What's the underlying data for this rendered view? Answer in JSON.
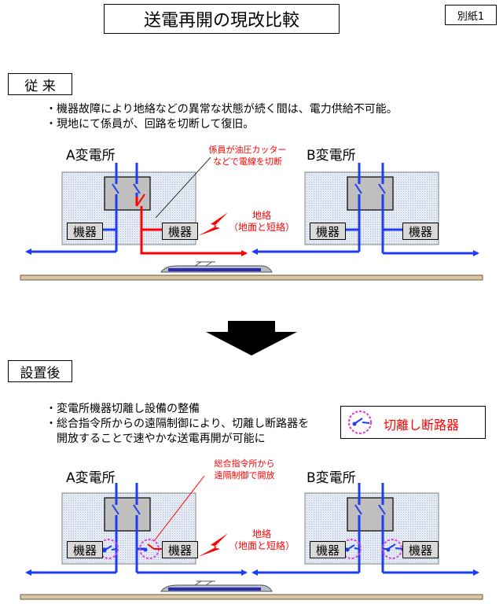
{
  "title": "送電再開の現改比較",
  "attachment_label": "別紙1",
  "section1": {
    "label": "従 来",
    "bullets": [
      "・機器故障により地絡などの異常な状態が続く間は、電力供給不可能。",
      "・現地にて係員が、回路を切断して復旧。"
    ],
    "station_a": "A変電所",
    "station_b": "B変電所",
    "equipment": "機器",
    "cut_note": [
      "係員が油圧カッター",
      "などで電線を切断"
    ],
    "fault_note": [
      "地絡",
      "（地面と短絡）"
    ]
  },
  "section2": {
    "label": "設置後",
    "bullets": [
      "・変電所機器切離し設備の整備",
      "・総合指令所からの遠隔制御により、切離し断路器を",
      "　開放することで速やかな送電再開が可能に"
    ],
    "legend_label": "切離し断路器",
    "station_a": "A変電所",
    "station_b": "B変電所",
    "equipment": "機器",
    "remote_note": [
      "総合指令所から",
      "遠隔制御で開放"
    ],
    "fault_note": [
      "地絡",
      "（地面と短絡）"
    ]
  },
  "colors": {
    "power_line": "#1e3cf0",
    "fault": "#ff0000",
    "station_bg": "#dce6f2",
    "disconnector_ring": "#e040e0"
  }
}
